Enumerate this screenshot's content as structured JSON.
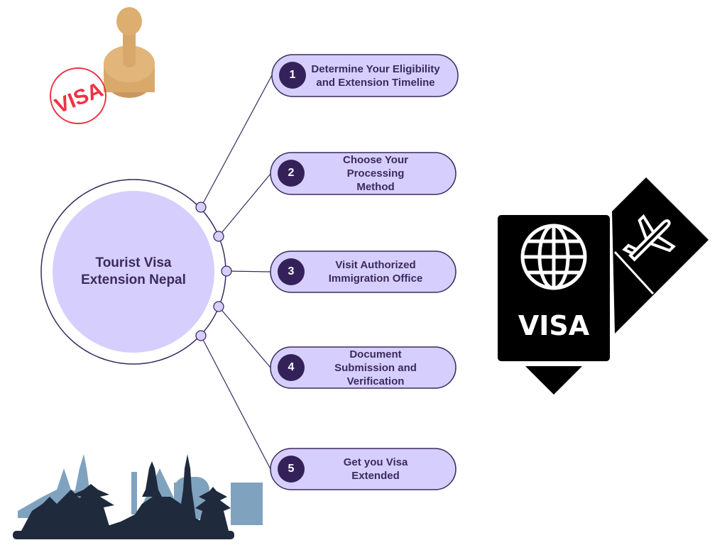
{
  "diagram": {
    "center_title": "Tourist Visa Extension Nepal",
    "steps": [
      {
        "number": "1",
        "label": "Determine Your Eligibility and Extension Timeline"
      },
      {
        "number": "2",
        "label": "Choose Your Processing Method"
      },
      {
        "number": "3",
        "label": "Visit Authorized Immigration Office"
      },
      {
        "number": "4",
        "label": "Document Submission and Verification"
      },
      {
        "number": "5",
        "label": "Get you Visa Extended"
      }
    ]
  },
  "illustrations": {
    "stamp_text": "VISA",
    "passport_text": "VISA"
  },
  "colors": {
    "pill": "#d6cffd",
    "dark": "#35215a",
    "stroke": "#3a2a5e",
    "stamp_red": "#ee3344"
  }
}
